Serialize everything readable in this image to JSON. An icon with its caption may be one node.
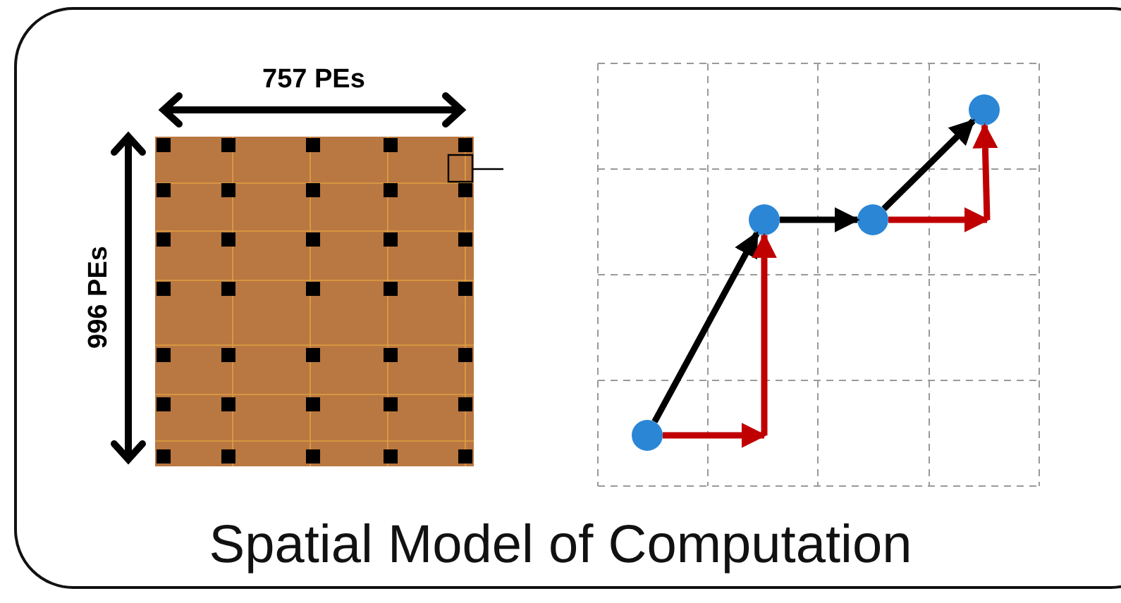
{
  "diagram": {
    "caption": "Spatial Model of Computation",
    "nodes": [
      {
        "text": [],
        "shape": "circle"
      },
      {
        "text": [],
        "shape": "circle"
      },
      {
        "text": [],
        "shape": "circle"
      },
      {
        "text": [],
        "shape": "circle"
      }
    ],
    "edges": [
      {
        "from": 0,
        "to": 1,
        "arrow": "to",
        "color": "#000000"
      },
      {
        "from": 1,
        "to": 2,
        "arrow": "to",
        "color": "#000000"
      },
      {
        "from": 2,
        "to": 3,
        "arrow": "to",
        "color": "#000000"
      },
      {
        "from": 0,
        "to": null,
        "arrow": "to",
        "color": "#c00000"
      },
      {
        "from": null,
        "to": 1,
        "arrow": "to",
        "color": "#c00000"
      },
      {
        "from": 2,
        "to": null,
        "arrow": "to",
        "color": "#c00000"
      },
      {
        "from": null,
        "to": 3,
        "arrow": "to",
        "color": "#c00000"
      }
    ],
    "labels": [
      "757 PEs",
      "996 PEs"
    ]
  }
}
